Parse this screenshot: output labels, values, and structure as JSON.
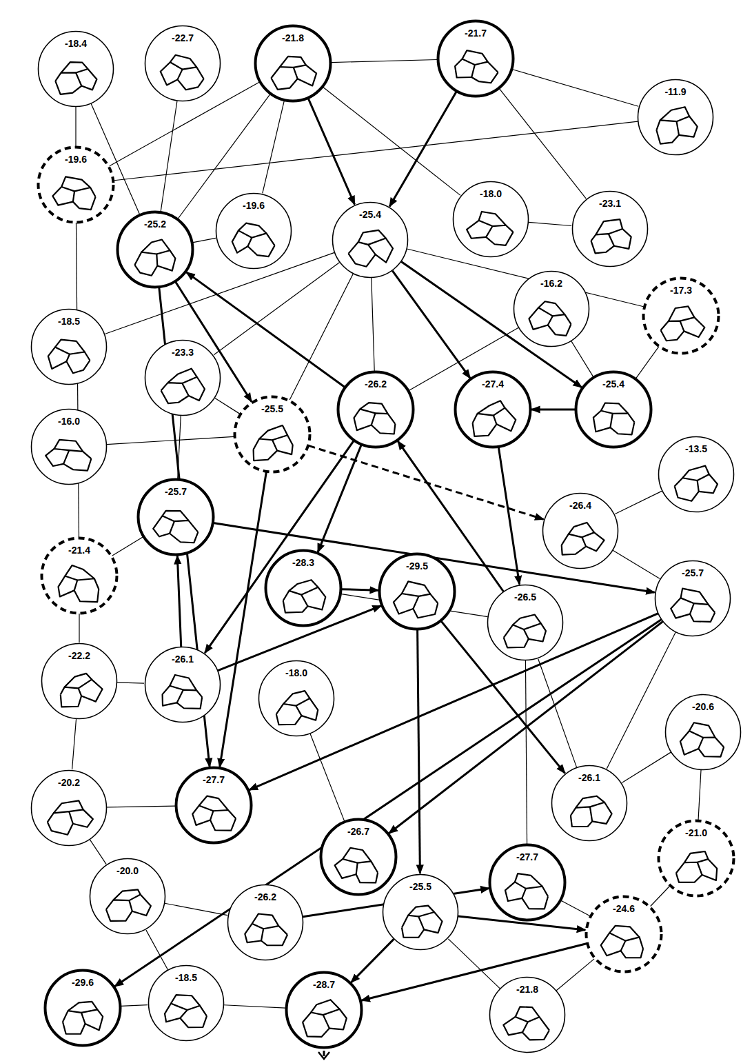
{
  "diagram": {
    "nodes": [
      {
        "text": [
          "-18.4"
        ]
      },
      {
        "text": [
          "-22.7"
        ]
      },
      {
        "text": [
          "-21.8"
        ]
      },
      {
        "text": [
          "-21.7"
        ]
      },
      {
        "text": [
          "-11.9"
        ]
      },
      {
        "text": [
          "-19.6"
        ]
      },
      {
        "text": [
          "-25.2"
        ]
      },
      {
        "text": [
          "-19.6"
        ]
      },
      {
        "text": [
          "-25.4"
        ]
      },
      {
        "text": [
          "-18.0"
        ]
      },
      {
        "text": [
          "-23.1"
        ]
      },
      {
        "text": [
          "-16.2"
        ]
      },
      {
        "text": [
          "-17.3"
        ]
      },
      {
        "text": [
          "-18.5"
        ]
      },
      {
        "text": [
          "-23.3"
        ]
      },
      {
        "text": [
          "-16.0"
        ]
      },
      {
        "text": [
          "-25.5"
        ]
      },
      {
        "text": [
          "-26.2"
        ]
      },
      {
        "text": [
          "-27.4"
        ]
      },
      {
        "text": [
          "-25.4"
        ]
      },
      {
        "text": [
          "-13.5"
        ]
      },
      {
        "text": [
          "-25.7"
        ]
      },
      {
        "text": [
          "-26.4"
        ]
      },
      {
        "text": [
          "-21.4"
        ]
      },
      {
        "text": [
          "-28.3"
        ]
      },
      {
        "text": [
          "-29.5"
        ]
      },
      {
        "text": [
          "-26.5"
        ]
      },
      {
        "text": [
          "-25.7"
        ]
      },
      {
        "text": [
          "-22.2"
        ]
      },
      {
        "text": [
          "-26.1"
        ]
      },
      {
        "text": [
          "-18.0"
        ]
      },
      {
        "text": [
          "-20.6"
        ]
      },
      {
        "text": [
          "-20.2"
        ]
      },
      {
        "text": [
          "-27.7"
        ]
      },
      {
        "text": [
          "-26.1"
        ]
      },
      {
        "text": [
          "-26.7"
        ]
      },
      {
        "text": [
          "-21.0"
        ]
      },
      {
        "text": [
          "-27.7"
        ]
      },
      {
        "text": [
          "-20.0"
        ]
      },
      {
        "text": [
          "-26.2"
        ]
      },
      {
        "text": [
          "-25.5"
        ]
      },
      {
        "text": [
          "-24.6"
        ]
      },
      {
        "text": [
          "-29.6"
        ]
      },
      {
        "text": [
          "-18.5"
        ]
      },
      {
        "text": [
          "-28.7"
        ]
      },
      {
        "text": [
          "-21.8"
        ]
      }
    ],
    "edges": [
      {
        "from": 2,
        "to": 8,
        "arrow": "to"
      },
      {
        "from": 3,
        "to": 8,
        "arrow": "to"
      },
      {
        "from": 8,
        "to": 18,
        "arrow": "to"
      },
      {
        "from": 8,
        "to": 19,
        "arrow": "to"
      },
      {
        "from": 19,
        "to": 18,
        "arrow": "to"
      },
      {
        "from": 17,
        "to": 6,
        "arrow": "to"
      },
      {
        "from": 6,
        "to": 16,
        "arrow": "to"
      },
      {
        "from": 17,
        "to": 24,
        "arrow": "to"
      },
      {
        "from": 17,
        "to": 29,
        "arrow": "to"
      },
      {
        "from": 26,
        "to": 17,
        "arrow": "to"
      },
      {
        "from": 18,
        "to": 26,
        "arrow": "to"
      },
      {
        "from": 16,
        "to": 22,
        "arrow": "to"
      },
      {
        "from": 21,
        "to": 27,
        "arrow": "to"
      },
      {
        "from": 24,
        "to": 25,
        "arrow": "to"
      },
      {
        "from": 25,
        "to": 40,
        "arrow": "to"
      },
      {
        "from": 25,
        "to": 34,
        "arrow": "to"
      },
      {
        "from": 29,
        "to": 21,
        "arrow": "to"
      },
      {
        "from": 29,
        "to": 25,
        "arrow": "to"
      },
      {
        "from": 27,
        "to": 33,
        "arrow": "to"
      },
      {
        "from": 27,
        "to": 35,
        "arrow": "to"
      },
      {
        "from": 27,
        "to": 42,
        "arrow": "to"
      },
      {
        "from": 6,
        "to": 33,
        "arrow": "to"
      },
      {
        "from": 16,
        "to": 33,
        "arrow": "to"
      },
      {
        "from": 39,
        "to": 37,
        "arrow": "to"
      },
      {
        "from": 40,
        "to": 41,
        "arrow": "to"
      },
      {
        "from": 40,
        "to": 44,
        "arrow": "to"
      },
      {
        "from": 41,
        "to": 44,
        "arrow": "to"
      },
      {
        "from": 0,
        "to": 5,
        "arrow": "none"
      },
      {
        "from": 0,
        "to": 6,
        "arrow": "none"
      },
      {
        "from": 1,
        "to": 6,
        "arrow": "none"
      },
      {
        "from": 2,
        "to": 5,
        "arrow": "none"
      },
      {
        "from": 2,
        "to": 6,
        "arrow": "none"
      },
      {
        "from": 2,
        "to": 7,
        "arrow": "none"
      },
      {
        "from": 2,
        "to": 9,
        "arrow": "none"
      },
      {
        "from": 2,
        "to": 3,
        "arrow": "none"
      },
      {
        "from": 3,
        "to": 4,
        "arrow": "none"
      },
      {
        "from": 3,
        "to": 10,
        "arrow": "none"
      },
      {
        "from": 4,
        "to": 5,
        "arrow": "none"
      },
      {
        "from": 5,
        "to": 23,
        "arrow": "none"
      },
      {
        "from": 6,
        "to": 7,
        "arrow": "none"
      },
      {
        "from": 8,
        "to": 13,
        "arrow": "none"
      },
      {
        "from": 8,
        "to": 14,
        "arrow": "none"
      },
      {
        "from": 8,
        "to": 17,
        "arrow": "none"
      },
      {
        "from": 8,
        "to": 12,
        "arrow": "none"
      },
      {
        "from": 8,
        "to": 16,
        "arrow": "none"
      },
      {
        "from": 11,
        "to": 19,
        "arrow": "none"
      },
      {
        "from": 11,
        "to": 17,
        "arrow": "none"
      },
      {
        "from": 14,
        "to": 21,
        "arrow": "none"
      },
      {
        "from": 14,
        "to": 16,
        "arrow": "none"
      },
      {
        "from": 15,
        "to": 16,
        "arrow": "none"
      },
      {
        "from": 20,
        "to": 22,
        "arrow": "none"
      },
      {
        "from": 21,
        "to": 23,
        "arrow": "none"
      },
      {
        "from": 23,
        "to": 28,
        "arrow": "none"
      },
      {
        "from": 28,
        "to": 32,
        "arrow": "none"
      },
      {
        "from": 28,
        "to": 29,
        "arrow": "none"
      },
      {
        "from": 32,
        "to": 33,
        "arrow": "none"
      },
      {
        "from": 32,
        "to": 38,
        "arrow": "none"
      },
      {
        "from": 30,
        "to": 35,
        "arrow": "none"
      },
      {
        "from": 31,
        "to": 34,
        "arrow": "none"
      },
      {
        "from": 31,
        "to": 36,
        "arrow": "none"
      },
      {
        "from": 34,
        "to": 26,
        "arrow": "none"
      },
      {
        "from": 36,
        "to": 41,
        "arrow": "none"
      },
      {
        "from": 37,
        "to": 41,
        "arrow": "none"
      },
      {
        "from": 38,
        "to": 39,
        "arrow": "none"
      },
      {
        "from": 43,
        "to": 44,
        "arrow": "none"
      },
      {
        "from": 42,
        "to": 43,
        "arrow": "none"
      },
      {
        "from": 45,
        "to": 41,
        "arrow": "none"
      },
      {
        "from": 45,
        "to": 40,
        "arrow": "none"
      },
      {
        "from": 43,
        "to": 38,
        "arrow": "none"
      },
      {
        "from": 26,
        "to": 37,
        "arrow": "none"
      },
      {
        "from": 22,
        "to": 27,
        "arrow": "none"
      },
      {
        "from": 27,
        "to": 34,
        "arrow": "none"
      },
      {
        "from": 26,
        "to": 24,
        "arrow": "none"
      },
      {
        "from": 12,
        "to": 19,
        "arrow": "none"
      },
      {
        "from": 9,
        "to": 10,
        "arrow": "none"
      }
    ]
  }
}
